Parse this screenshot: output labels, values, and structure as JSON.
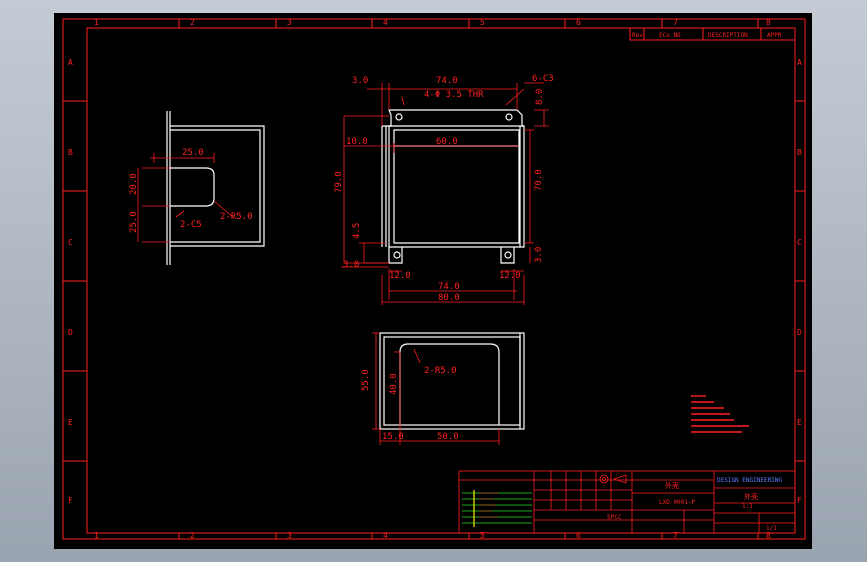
{
  "sheet": {
    "columns": [
      "1",
      "2",
      "3",
      "4",
      "5",
      "6",
      "7",
      "8"
    ],
    "rows": [
      "A",
      "B",
      "C",
      "D",
      "E",
      "F"
    ]
  },
  "revision_table": {
    "headers": [
      "Rev",
      "ECo NO",
      "DESCRIPTION",
      "APPR"
    ]
  },
  "side_view": {
    "dims": [
      "25.0",
      "20.0",
      "25.0",
      "2-C5",
      "2-R5.0"
    ]
  },
  "top_view": {
    "dims": {
      "d3_top": "3.0",
      "d74_top": "74.0",
      "holes": "4-Φ 3.5 THR",
      "chamfer": "6-C3",
      "d8": "8.0",
      "d10": "10.0",
      "d60": "60.0",
      "d79": "79.0",
      "d70": "70.0",
      "d45": "4.5",
      "d3_bot": "3.0",
      "d12_l": "12.0",
      "d12_r": "12.0",
      "d30": "3.0",
      "d74_bot": "74.0",
      "d80": "80.0"
    }
  },
  "front_view": {
    "dims": {
      "radius": "2-R5.0",
      "height": "55.0",
      "inner": "40.0",
      "left": "15.0",
      "width": "50.0"
    }
  },
  "title_block": {
    "part_name": "外壳",
    "drawing_no": "LXD-0001-P",
    "company": "DESIGN ENGINEERING",
    "material": "SPCC",
    "scale": "1:1",
    "sheet": "1/1"
  },
  "colors": {
    "red": "#ff2020",
    "white": "#ffffff",
    "green": "#22dd22",
    "yellow": "#ffee00",
    "blue": "#5a7dff"
  }
}
